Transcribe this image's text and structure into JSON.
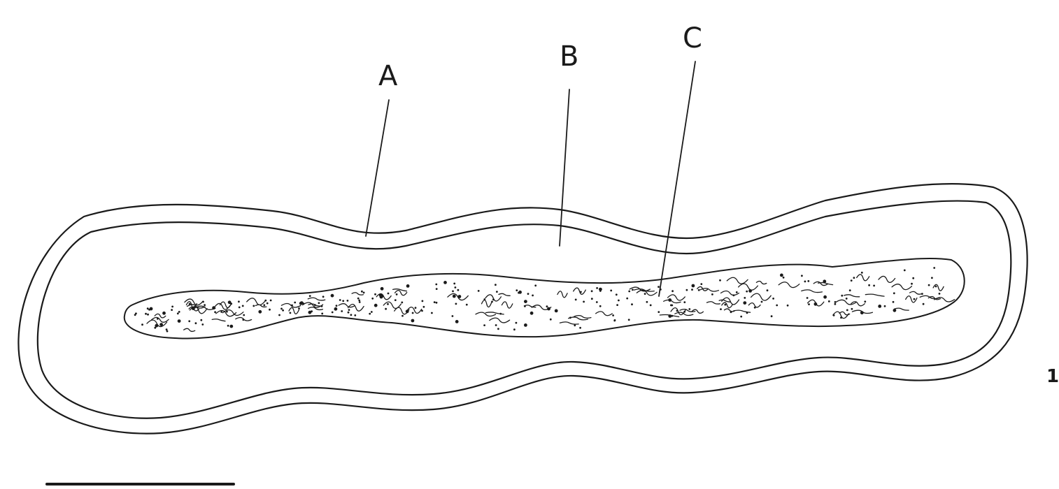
{
  "figure": {
    "labels": {
      "a": "A",
      "b": "B",
      "c": "C"
    },
    "figure_number": "1",
    "ink_color": "#1a1a1a",
    "background_color": "#ffffff"
  }
}
